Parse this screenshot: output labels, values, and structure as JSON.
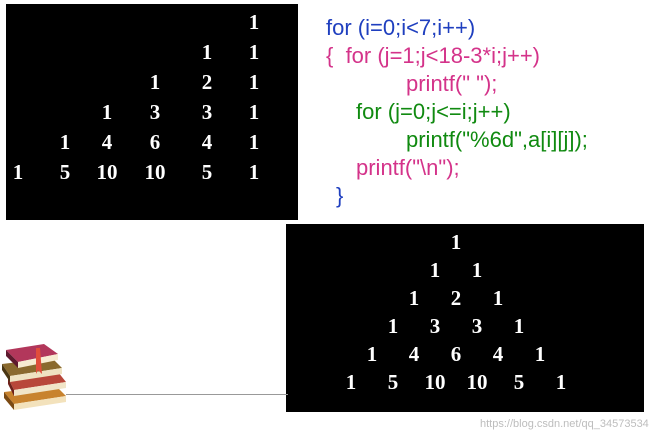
{
  "left_console": {
    "rows": [
      [
        "1"
      ],
      [
        "1",
        "1"
      ],
      [
        "1",
        "2",
        "1"
      ],
      [
        "1",
        "3",
        "3",
        "1"
      ],
      [
        "1",
        "4",
        "6",
        "4",
        "1"
      ],
      [
        "1",
        "5",
        "10",
        "10",
        "5",
        "1"
      ]
    ]
  },
  "right_console": {
    "rows": [
      [
        "1"
      ],
      [
        "1",
        "1"
      ],
      [
        "1",
        "2",
        "1"
      ],
      [
        "1",
        "3",
        "3",
        "1"
      ],
      [
        "1",
        "4",
        "6",
        "4",
        "1"
      ],
      [
        "1",
        "5",
        "10",
        "10",
        "5",
        "1"
      ]
    ]
  },
  "code": {
    "lines": [
      {
        "text": "for (i=0;i<7;i++)",
        "color": "#1f3fbf"
      },
      {
        "text": "{  for (j=1;j<18-3*i;j++)",
        "color": "#d4338a"
      },
      {
        "text": "printf(\" \");",
        "color": "#d4338a"
      },
      {
        "text": "for (j=0;j<=i;j++)",
        "color": "#108a10"
      },
      {
        "text": "printf(\"%6d\",a[i][j]);",
        "color": "#108a10"
      },
      {
        "text": "printf(\"\\n\");",
        "color": "#d4338a"
      },
      {
        "text": "}",
        "color": "#1f3fbf"
      }
    ]
  },
  "decor": {
    "books": "books-icon"
  },
  "watermark": "https://blog.csdn.net/qq_34573534"
}
